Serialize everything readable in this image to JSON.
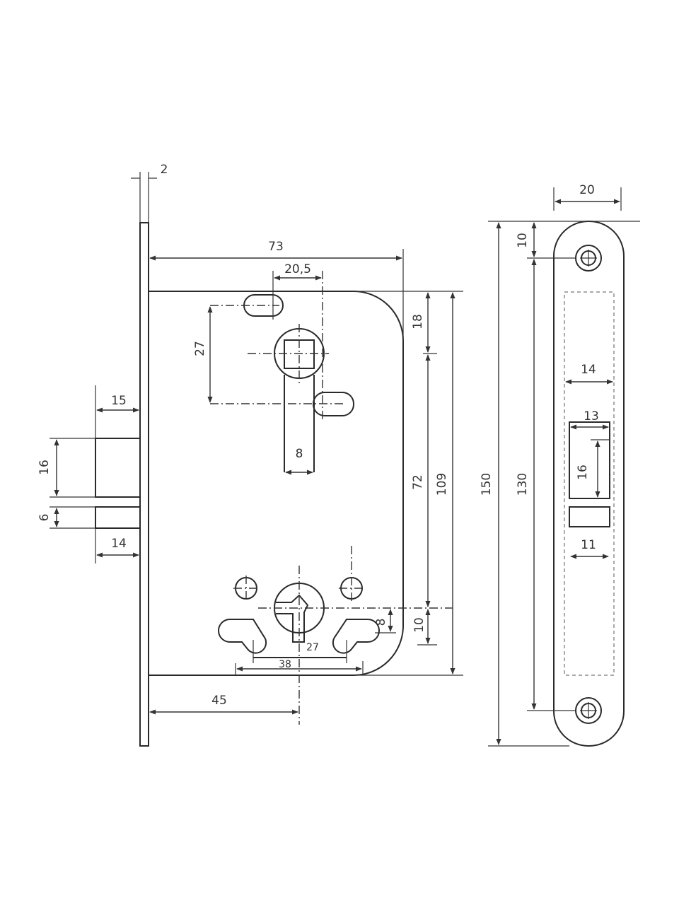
{
  "lock": {
    "faceplate_thickness": "2",
    "backset_width": "73",
    "spindle_offset": "20,5",
    "slot_spacing": "27",
    "latch_projection": "15",
    "latch_height": "16",
    "gap": "6",
    "deadbolt_projection": "14",
    "channel_width": "8",
    "top_to_spindle": "18",
    "spindle_to_cylinder": "72",
    "body_height": "109",
    "cylinder_to_bottom": "10",
    "cam_offset": "8",
    "cam_spacing": "27",
    "bottom_span": "38",
    "backset": "45"
  },
  "strike": {
    "width": "20",
    "total_height": "150",
    "hole_spacing": "130",
    "hole_from_top": "10",
    "inner_width": "14",
    "latch_opening_width": "13",
    "latch_opening_height": "16",
    "lower_opening_width": "11"
  }
}
